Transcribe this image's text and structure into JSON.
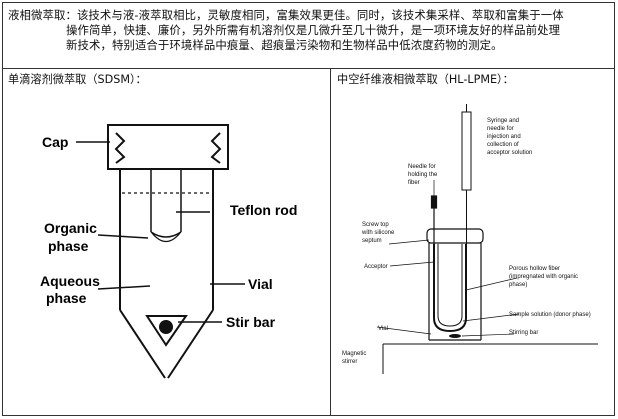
{
  "intro": {
    "text_line1": "液相微萃取：该技术与液-液萃取相比，灵敏度相同，富集效果更佳。同时，该技术集采样、萃取和富集于一体",
    "text_line2": "操作简单，快捷、廉价，另外所需有机溶剂仅是几微升至几十微升，是一项环境友好的样品前处理",
    "text_line3": "新技术，特别适合于环境样品中痕量、超痕量污染物和生物样品中低浓度药物的测定。"
  },
  "left_panel": {
    "title": "单滴溶剂微萃取（SDSM）：",
    "labels": {
      "cap": "Cap",
      "teflon_rod": "Teflon rod",
      "organic_1": "Organic",
      "organic_2": "phase",
      "aqueous_1": "Aqueous",
      "aqueous_2": "phase",
      "vial": "Vial",
      "stir_bar": "Stir bar"
    }
  },
  "right_panel": {
    "title": "中空纤维液相微萃取（HL-LPME）：",
    "labels": {
      "syringe_1": "Syringe and",
      "syringe_2": "needle for",
      "syringe_3": "injection and",
      "syringe_4": "collection of",
      "syringe_5": "acceptor solution",
      "needle_1": "Needle for",
      "needle_2": "holding the",
      "needle_3": "fiber",
      "screw_1": "Screw top",
      "screw_2": "with silicone",
      "screw_3": "septum",
      "acceptor": "Acceptor",
      "porous_1": "Porous hollow fiber",
      "porous_2": "(impregnated with organic",
      "porous_3": "phase)",
      "sample": "Sample solution (donor phase)",
      "vial": "Vial",
      "stirring_bar": "Stirring bar",
      "magnetic_1": "Magnetic",
      "magnetic_2": "stirrer"
    }
  }
}
